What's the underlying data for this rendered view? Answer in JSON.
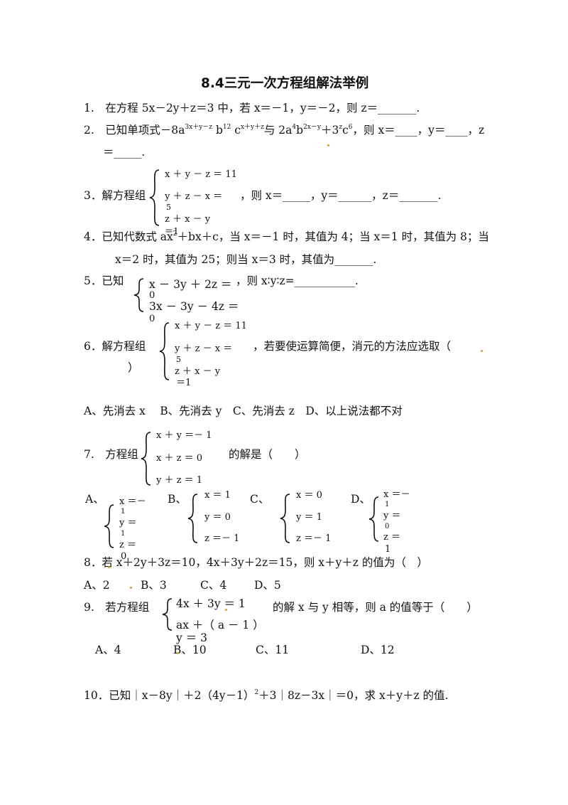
{
  "title": "8.4三元一次方程组解法举例",
  "q1": {
    "text": "1.　在方程 5x－2y＋z＝3 中，若 x＝－1，y＝－2，则 z＝_______."
  },
  "q2": {
    "a": "2.　已知单项式－8a",
    "e1": "3x＋y－z",
    "b": " b",
    "e2": "12",
    "c": " c",
    "e3": "x＋y＋z",
    "d": "与 2a",
    "e4": "4",
    "f": "b",
    "e5": "2x－y",
    "g": "＋3",
    "e6": "z",
    "h": "c",
    "e7": "6",
    "i": "，则 x＝____，y＝____，z",
    "line2": "＝_____."
  },
  "q3": {
    "eq1": "x ＋ y － z ＝ 11",
    "eq2": "y ＋ z － x ＝",
    "eq2b": "5",
    "eq3": "z ＋ x － y",
    "eq3b": "＝1",
    "prefix": "3．解方程组",
    "suffix": "，则 x＝_____，y＝______，z＝_______."
  },
  "q4": {
    "a": "4．已知代数式 ax",
    "e": "2",
    "b": "＋bx＋c，当 x＝－1 时，其值为 4；当 x＝1 时，其值为 8；当",
    "line2": "x＝2 时，其值为 25；则当 x＝3 时，其值为_______."
  },
  "q5": {
    "prefix": "5．已知",
    "eq1": "x － 3y ＋ 2z ＝",
    "eq1b": "0",
    "eq2": "3x － 3y － 4z ＝",
    "eq2b": "0",
    "suffix": "，则 x∶y∶z=___________."
  },
  "q6": {
    "eq1": "x ＋ y － z ＝ 11",
    "eq2": "y ＋ z － x ＝",
    "eq2b": "5",
    "eq3": "z ＋ x － y",
    "eq3b": "＝1",
    "prefix": "6．解方程组",
    "suffix": "，若要使运算简便，消元的方法应选取（",
    "close": "）",
    "options": "A、先消去 x　 B、先消去 y　C、先消去 z　D、以上说法都不对"
  },
  "q7": {
    "eq1": "x ＋ y ＝－ 1",
    "eq2": "x ＋ z ＝ 0",
    "eq3": "y ＋ z ＝ 1",
    "prefix": "7.　方程组",
    "suffix": "的解是（　　）",
    "optA": {
      "label": "A、",
      "l1": "x ＝－",
      "l1b": "1",
      "l2": "y ＝",
      "l2b": "1",
      "l3": "z ＝",
      "l3b": "0"
    },
    "optB": {
      "label": "B、",
      "l1": "x ＝ 1",
      "l2": "y ＝ 0",
      "l3": "z ＝－ 1"
    },
    "optC": {
      "label": "C、",
      "l1": "x ＝ 0",
      "l2": "y ＝ 1",
      "l3": "z ＝－ 1"
    },
    "optD": {
      "label": "D、",
      "l1": "x ＝－",
      "l1b": "1",
      "l2": "y ＝",
      "l2b": "0",
      "l3": "z ＝",
      "l3b": "1"
    }
  },
  "q8": {
    "text": "8．若 x＋2y＋3z＝10，4x＋3y＋2z＝15，则 x＋y＋z 的值为（　）",
    "optA": "A、2",
    "optB": "B、3",
    "optC": "C、4",
    "optD": "D、5"
  },
  "q9": {
    "prefix": "9.　若方程组",
    "eq1": "4x ＋ 3y ＝ 1",
    "eq2": "ax ＋（ a － 1 ）",
    "eq2b": "y ＝ 3",
    "suffix": "的解 x 与 y 相等，则 a 的值等于（　　）",
    "optA": "A、4",
    "optB": "B、10",
    "optC": "C、11",
    "optD": "D、12"
  },
  "q10": {
    "a": "10．已知｜x－8y｜＋2（4y－1）",
    "e": "2",
    "b": "＋3｜8z－3x｜＝0，求 x＋y＋z 的值."
  }
}
